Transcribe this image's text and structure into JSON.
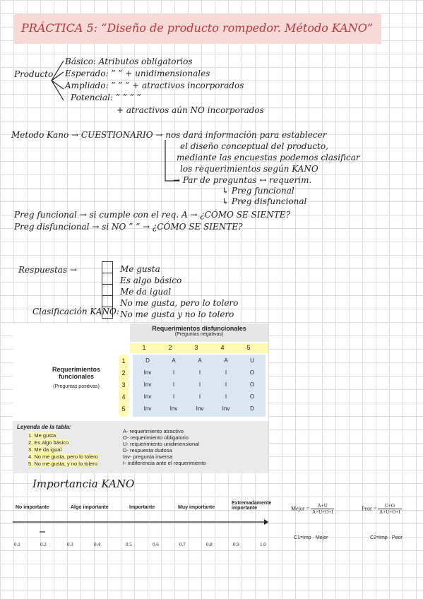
{
  "title": "PRÁCTICA 5: “Diseño de producto rompedor. Método KANO”",
  "producto": {
    "label": "Producto",
    "levels": [
      "Básico: Atributos obligatorios",
      "Esperado: ” ” + unidimensionales",
      "Ampliado: ” ” ” + atractivos incorporados",
      "Potencial: ” ” ” ”"
    ],
    "note": "+ atractivos aún NO incorporados"
  },
  "metodo": {
    "line1": "Metodo Kano → CUESTIONARIO → nos dará información para establecer",
    "line2": "el diseño conceptual del producto,",
    "line3": "mediante las encuestas podemos clasificar",
    "line4": "los requerimientos según KANO",
    "line5": "→ Par de preguntas ↔ requerim.",
    "line6": "↳ Preg funcional",
    "line7": "↳ Preg disfuncional"
  },
  "preguntas": {
    "funcional": "Preg funcional → si cumple con el req. A → ¿CÓMO SE SIENTE?",
    "disfuncional": "Preg disfuncional → si NO ” ” → ¿CÓMO SE SIENTE?"
  },
  "respuestas": {
    "label": "Respuestas →",
    "items": [
      "Me gusta",
      "Es algo básico",
      "Me da igual",
      "No me gusta, pero lo tolero",
      "No me gusta y no lo tolero"
    ]
  },
  "clasificacion_title": "Clasificación KANO:",
  "kano_table": {
    "header": "Requerimientos disfuncionales",
    "subheader": "(Preguntas negativas)",
    "row_header": "Requerimientos funcionales",
    "row_subheader": "(Preguntas positivas)",
    "cols": [
      "1",
      "2",
      "3",
      "4",
      "5"
    ],
    "rows": [
      [
        "1",
        "D",
        "A",
        "A",
        "A",
        "U"
      ],
      [
        "2",
        "Inv",
        "I",
        "I",
        "I",
        "O"
      ],
      [
        "3",
        "Inv",
        "I",
        "I",
        "I",
        "O"
      ],
      [
        "4",
        "Inv",
        "I",
        "I",
        "I",
        "O"
      ],
      [
        "5",
        "Inv",
        "Inv",
        "Inv",
        "Inv",
        "D"
      ]
    ],
    "legend_title": "Leyenda de la tabla:",
    "legend_left": [
      "1. Me gusta",
      "2. Es algo básico",
      "3. Me da igual",
      "4. No me gusta, pero lo tolero",
      "5. No me gusta, y no lo tolero"
    ],
    "legend_right": [
      "A- requerimiento atractivo",
      "O- requerimiento obligatorio",
      "U- requerimiento unidimensional",
      "D- respuesta dudosa",
      "Inv- pregunta inversa",
      "I- indiferencia ante el requerimiento"
    ]
  },
  "importancia_title": "Importancia KANO",
  "importance_scale": {
    "labels": [
      "No importante",
      "Algo importante",
      "Importante",
      "Muy importante",
      "Extremadamente importante"
    ],
    "ticks": [
      "0.1",
      "0.2",
      "0.3",
      "0.4",
      "0.5",
      "0.6",
      "0.7",
      "0.8",
      "0.9",
      "1.0"
    ]
  },
  "formulas": {
    "mejor_label": "Mejor =",
    "mejor_num": "A+U",
    "mejor_den": "A+U+O+I",
    "peor_label": "Peor =",
    "peor_num": "U+O",
    "peor_den": "A+U+O+I",
    "c1": "C1=Imp · Mejor",
    "c2": "C2=Imp · Peor"
  }
}
